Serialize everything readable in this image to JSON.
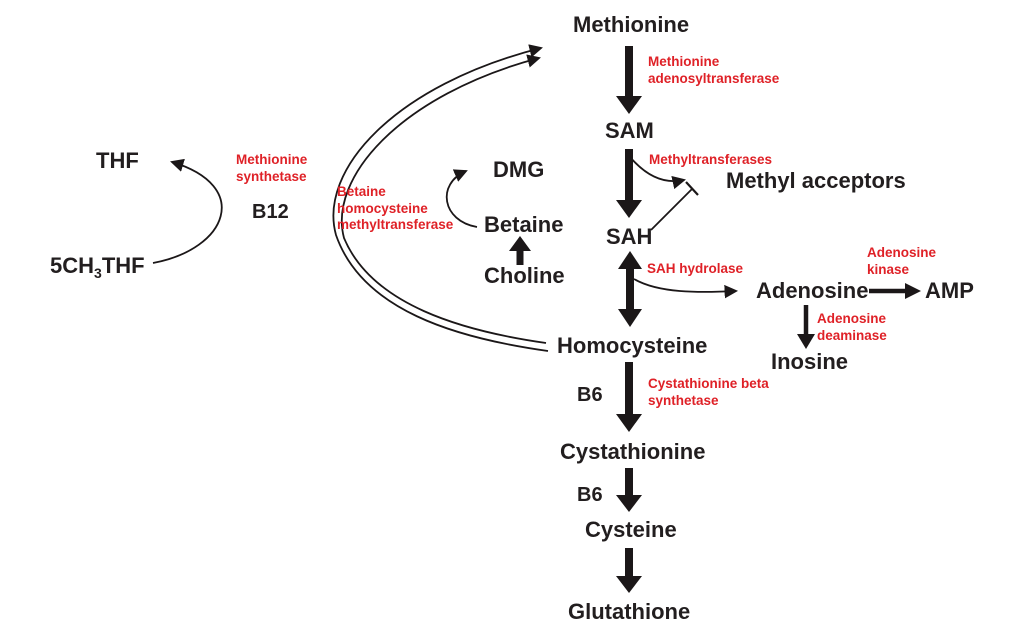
{
  "colors": {
    "metabolite_text": "#221e1f",
    "enzyme_text": "#df2127",
    "arrow": "#1b1718"
  },
  "metabolites": {
    "methionine": "Methionine",
    "sam": "SAM",
    "sah": "SAH",
    "homocysteine": "Homocysteine",
    "cystathionine": "Cystathionine",
    "cysteine": "Cysteine",
    "glutathione": "Glutathione",
    "methyl_acceptors": "Methyl acceptors",
    "adenosine": "Adenosine",
    "amp": "AMP",
    "inosine": "Inosine",
    "thf": "THF",
    "ch3thf_prefix": "5CH",
    "ch3thf_subscript": "3",
    "ch3thf_suffix": "THF",
    "dmg": "DMG",
    "betaine": "Betaine",
    "choline": "Choline"
  },
  "cofactors": {
    "b12": "B12",
    "b6_upper": "B6",
    "b6_lower": "B6"
  },
  "enzymes": {
    "methionine_adenosyltransferase": "Methionine adenosyltransferase",
    "methyltransferases": "Methyltransferases",
    "sah_hydrolase": "SAH hydrolase",
    "adenosine_kinase": "Adenosine kinase",
    "adenosine_deaminase": "Adenosine deaminase",
    "cystathionine_beta_synthetase": "Cystathionine beta synthetase",
    "methionine_synthetase": "Methionine synthetase",
    "betaine_homocysteine_methyltransferase": "Betaine homocysteine methyltransferase"
  },
  "edges": [
    {
      "from": "Methionine",
      "to": "SAM",
      "enzyme": "Methionine adenosyltransferase"
    },
    {
      "from": "SAM",
      "to": "SAH",
      "enzyme": "Methyltransferases"
    },
    {
      "from": "SAM",
      "to": "Methyl acceptors",
      "enzyme": "Methyltransferases"
    },
    {
      "from": "SAH",
      "to": "Methyl acceptors",
      "type": "inhibition"
    },
    {
      "from": "SAH",
      "to": "Homocysteine",
      "enzyme": "SAH hydrolase",
      "type": "bidirectional"
    },
    {
      "from": "SAH",
      "to": "Adenosine",
      "enzyme": "SAH hydrolase"
    },
    {
      "from": "Adenosine",
      "to": "AMP",
      "enzyme": "Adenosine kinase"
    },
    {
      "from": "Adenosine",
      "to": "Inosine",
      "enzyme": "Adenosine deaminase"
    },
    {
      "from": "Homocysteine",
      "to": "Methionine",
      "enzyme": "Methionine synthetase",
      "cofactor": "B12"
    },
    {
      "from": "Homocysteine",
      "to": "Methionine",
      "enzyme": "Betaine homocysteine methyltransferase"
    },
    {
      "from": "5CH3THF",
      "to": "THF",
      "enzyme": "Methionine synthetase"
    },
    {
      "from": "Betaine",
      "to": "DMG",
      "enzyme": "Betaine homocysteine methyltransferase"
    },
    {
      "from": "Choline",
      "to": "Betaine"
    },
    {
      "from": "Homocysteine",
      "to": "Cystathionine",
      "enzyme": "Cystathionine beta synthetase",
      "cofactor": "B6"
    },
    {
      "from": "Cystathionine",
      "to": "Cysteine",
      "cofactor": "B6"
    },
    {
      "from": "Cysteine",
      "to": "Glutathione"
    }
  ]
}
